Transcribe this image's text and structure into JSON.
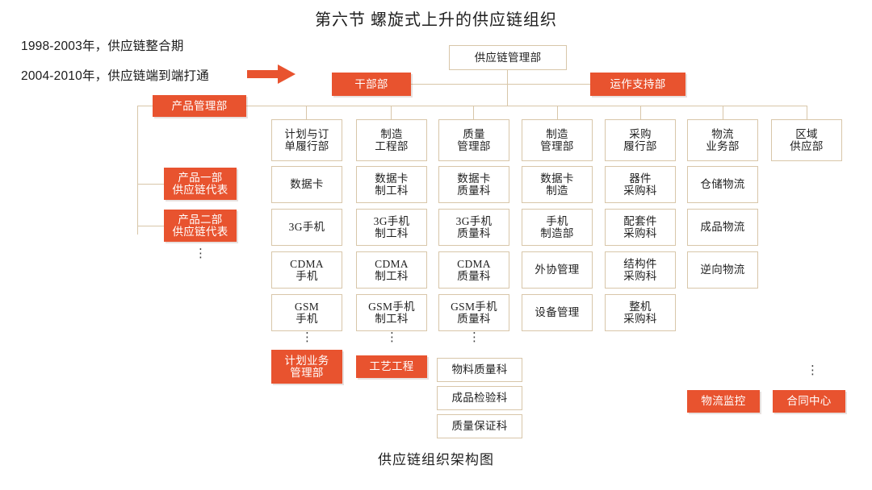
{
  "title": "第六节 螺旋式上升的供应链组织",
  "caption": "供应链组织架构图",
  "colors": {
    "accent": "#e8532f",
    "box_border": "#d8c6a9",
    "line": "#d8c6a9",
    "text": "#1f1f1f",
    "background": "#ffffff"
  },
  "era_notes": [
    "1998-2003年，供应链整合期",
    "2004-2010年，供应链端到端打通"
  ],
  "arrow": {
    "name": "right-arrow",
    "color": "#e8532f"
  },
  "root": {
    "label": "供应链管理部",
    "style": "plain"
  },
  "staff_units": [
    {
      "label": "干部部",
      "style": "accent"
    },
    {
      "label": "运作支持部",
      "style": "accent"
    }
  ],
  "left_branch": {
    "head": {
      "label": "产品管理部",
      "style": "accent"
    },
    "reps": [
      {
        "label": "产品一部\n供应链代表",
        "style": "accent"
      },
      {
        "label": "产品二部\n供应链代表",
        "style": "accent"
      }
    ],
    "ellipsis": "⋮"
  },
  "columns": [
    {
      "header": "计划与订\n单履行部",
      "items": [
        "数据卡",
        "3G手机",
        "CDMA\n手机",
        "GSM\n手机"
      ],
      "ellipsis": "⋮",
      "footer": {
        "label": "计划业务\n管理部",
        "style": "accent"
      }
    },
    {
      "header": "制造\n工程部",
      "items": [
        "数据卡\n制工科",
        "3G手机\n制工科",
        "CDMA\n制工科",
        "GSM手机\n制工科"
      ],
      "ellipsis": "⋮",
      "footer": {
        "label": "工艺工程",
        "style": "accent"
      }
    },
    {
      "header": "质量\n管理部",
      "items": [
        "数据卡\n质量科",
        "3G手机\n质量科",
        "CDMA\n质量科",
        "GSM手机\n质量科"
      ],
      "ellipsis": "⋮",
      "footer": null,
      "extra_items": [
        "物料质量科",
        "成品检验科",
        "质量保证科"
      ]
    },
    {
      "header": "制造\n管理部",
      "items": [
        "数据卡\n制造",
        "手机\n制造部",
        "外协管理",
        "设备管理"
      ],
      "ellipsis": null,
      "footer": null
    },
    {
      "header": "采购\n履行部",
      "items": [
        "器件\n采购科",
        "配套件\n采购科",
        "结构件\n采购科",
        "整机\n采购科"
      ],
      "ellipsis": null,
      "footer": null
    },
    {
      "header": "物流\n业务部",
      "items": [
        "仓储物流",
        "成品物流",
        "逆向物流"
      ],
      "ellipsis": null,
      "footer": null
    },
    {
      "header": "区域\n供应部",
      "items": [],
      "ellipsis": null,
      "footer": null
    }
  ],
  "bottom_units": [
    {
      "label": "物流监控",
      "style": "accent"
    },
    {
      "label": "合同中心",
      "style": "accent"
    }
  ],
  "bottom_ellipsis": "⋮"
}
